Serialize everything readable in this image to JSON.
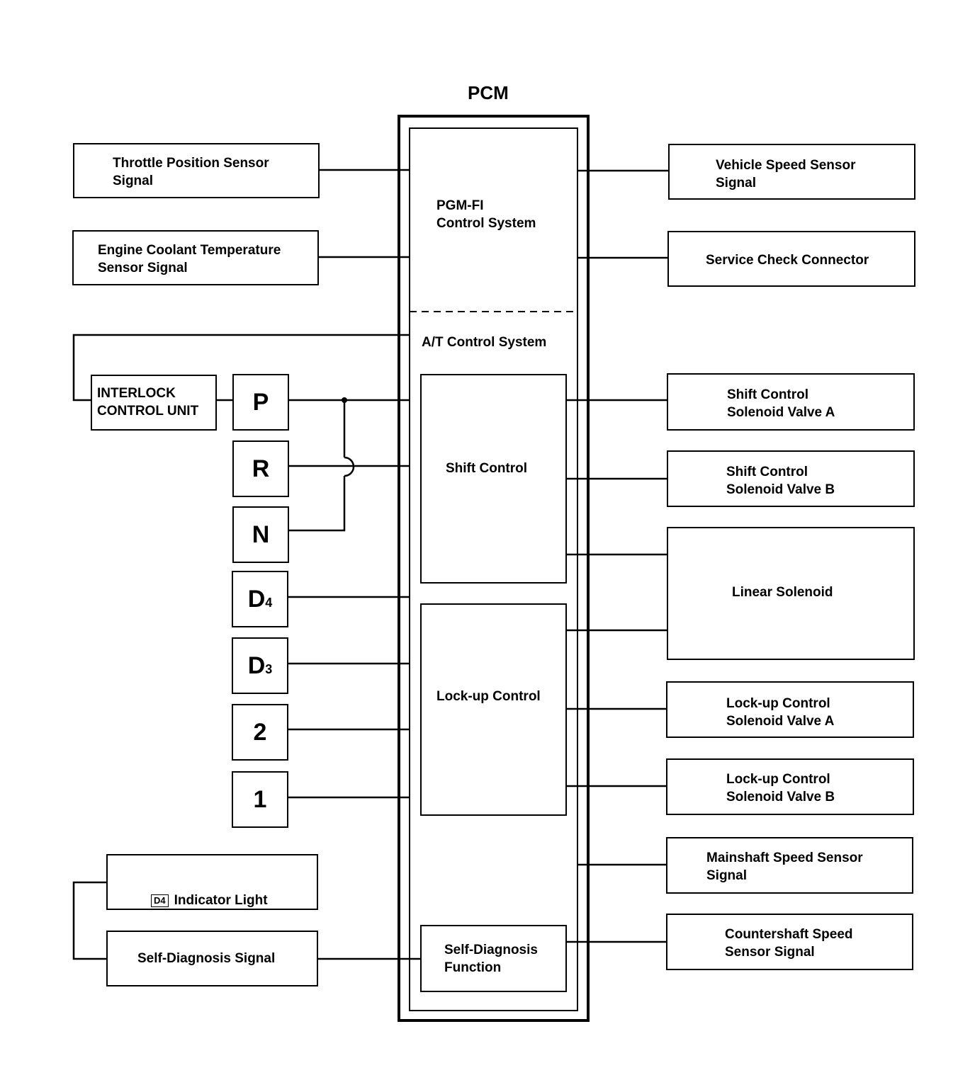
{
  "title": "PCM",
  "pcm": {
    "pgmfi": "PGM-FI\nControl System",
    "at_system": "A/T Control System",
    "shift_control": "Shift Control",
    "lockup_control": "Lock-up Control",
    "self_diag_function": "Self-Diagnosis\nFunction"
  },
  "inputs": {
    "throttle": "Throttle Position Sensor\nSignal",
    "coolant": "Engine Coolant Temperature\nSensor Signal",
    "interlock": "INTERLOCK\nCONTROL UNIT",
    "d4_badge": "D4",
    "indicator": "Indicator Light",
    "self_diag_signal": "Self-Diagnosis Signal"
  },
  "gears": {
    "p": "P",
    "r": "R",
    "n": "N",
    "d4": "D",
    "d4_sub": "4",
    "d3": "D",
    "d3_sub": "3",
    "g2": "2",
    "g1": "1"
  },
  "outputs": {
    "vss": "Vehicle Speed Sensor\nSignal",
    "scc": "Service Check Connector",
    "scsa": "Shift Control\nSolenoid Valve A",
    "scsb": "Shift Control\nSolenoid Valve B",
    "linear": "Linear Solenoid",
    "lcsa": "Lock-up Control\nSolenoid Valve A",
    "lcsb": "Lock-up Control\nSolenoid Valve B",
    "mss": "Mainshaft Speed Sensor\nSignal",
    "css": "Countershaft Speed\nSensor Signal"
  }
}
